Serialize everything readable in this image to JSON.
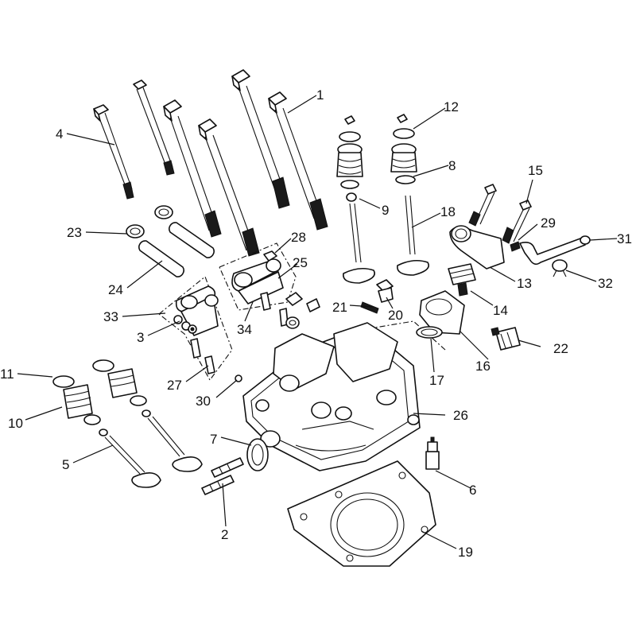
{
  "diagram": {
    "callouts": [
      {
        "id": "1",
        "label": "1"
      },
      {
        "id": "2",
        "label": "2"
      },
      {
        "id": "3",
        "label": "3"
      },
      {
        "id": "4",
        "label": "4"
      },
      {
        "id": "5",
        "label": "5"
      },
      {
        "id": "6",
        "label": "6"
      },
      {
        "id": "7",
        "label": "7"
      },
      {
        "id": "8",
        "label": "8"
      },
      {
        "id": "9",
        "label": "9"
      },
      {
        "id": "10",
        "label": "10"
      },
      {
        "id": "11",
        "label": "11"
      },
      {
        "id": "12",
        "label": "12"
      },
      {
        "id": "13",
        "label": "13"
      },
      {
        "id": "14",
        "label": "14"
      },
      {
        "id": "15",
        "label": "15"
      },
      {
        "id": "16",
        "label": "16"
      },
      {
        "id": "17",
        "label": "17"
      },
      {
        "id": "18",
        "label": "18"
      },
      {
        "id": "19",
        "label": "19"
      },
      {
        "id": "20",
        "label": "20"
      },
      {
        "id": "21",
        "label": "21"
      },
      {
        "id": "22",
        "label": "22"
      },
      {
        "id": "23",
        "label": "23"
      },
      {
        "id": "24",
        "label": "24"
      },
      {
        "id": "25",
        "label": "25"
      },
      {
        "id": "26",
        "label": "26"
      },
      {
        "id": "27",
        "label": "27"
      },
      {
        "id": "28",
        "label": "28"
      },
      {
        "id": "29",
        "label": "29"
      },
      {
        "id": "30",
        "label": "30"
      },
      {
        "id": "31",
        "label": "31"
      },
      {
        "id": "32",
        "label": "32"
      },
      {
        "id": "33",
        "label": "33"
      },
      {
        "id": "34",
        "label": "34"
      }
    ]
  }
}
